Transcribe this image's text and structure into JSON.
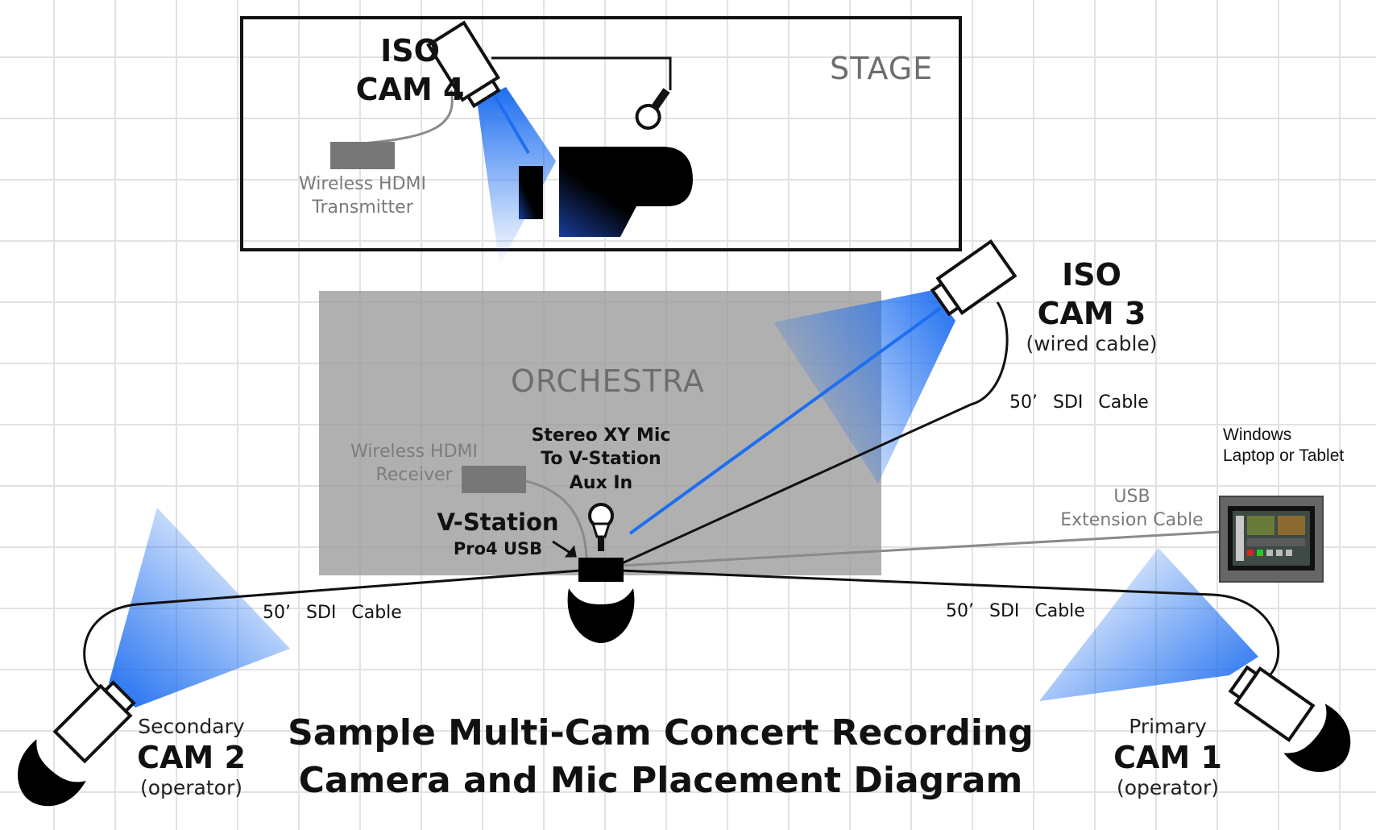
{
  "stage": {
    "label": "STAGE"
  },
  "orchestra": {
    "label": "ORCHESTRA"
  },
  "title": {
    "line1": "Sample Multi-Cam Concert Recording",
    "line2": "Camera and Mic Placement Diagram"
  },
  "cam4": {
    "line1": "ISO",
    "line2": "CAM 4"
  },
  "cam3": {
    "line1": "ISO",
    "line2": "CAM 3",
    "note": "(wired cable)"
  },
  "cam2": {
    "role": "Secondary",
    "name": "CAM 2",
    "note": "(operator)"
  },
  "cam1": {
    "role": "Primary",
    "name": "CAM 1",
    "note": "(operator)"
  },
  "transmitter": {
    "line1": "Wireless HDMI",
    "line2": "Transmitter"
  },
  "receiver": {
    "line1": "Wireless HDMI",
    "line2": "Receiver"
  },
  "mic": {
    "line1": "Stereo XY Mic",
    "line2": "To V-Station",
    "line3": "Aux In"
  },
  "vstation": {
    "line1": "V-Station",
    "line2": "Pro4 USB"
  },
  "cables": {
    "cam3": "50’ SDI Cable",
    "cam2": "50’ SDI Cable",
    "cam1": "50’ SDI Cable",
    "usb_line1": "USB",
    "usb_line2": "Extension Cable"
  },
  "laptop": {
    "line1": "Windows",
    "line2": "Laptop or Tablet"
  },
  "colors": {
    "beam": "#1d6ef0",
    "orchestra": "#9a9a9a",
    "stage_border": "#111111"
  }
}
